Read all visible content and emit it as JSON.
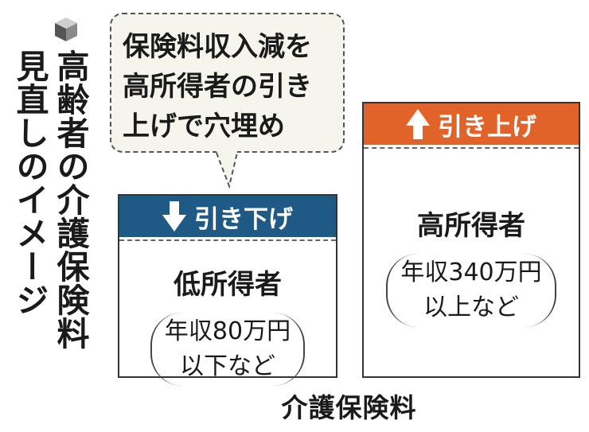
{
  "title": {
    "line1": "高齢者の介護保険料",
    "line2": "見直しのイメージ"
  },
  "bubble": {
    "lines": [
      "保険料収入減を",
      "高所得者の引き",
      "上げで穴埋め"
    ]
  },
  "low_income": {
    "label": "引き下げ",
    "name": "低所得者",
    "detail_line1": "年収80万円",
    "detail_line2": "以下など",
    "color": "#1f5a86"
  },
  "high_income": {
    "label": "引き上げ",
    "name": "高所得者",
    "detail_line1": "年収340万円",
    "detail_line2": "以上など",
    "color": "#e1632a"
  },
  "caption": "介護保険料",
  "icons": {
    "cube": "cube-icon",
    "down": "arrow-down-icon",
    "up": "arrow-up-icon"
  }
}
